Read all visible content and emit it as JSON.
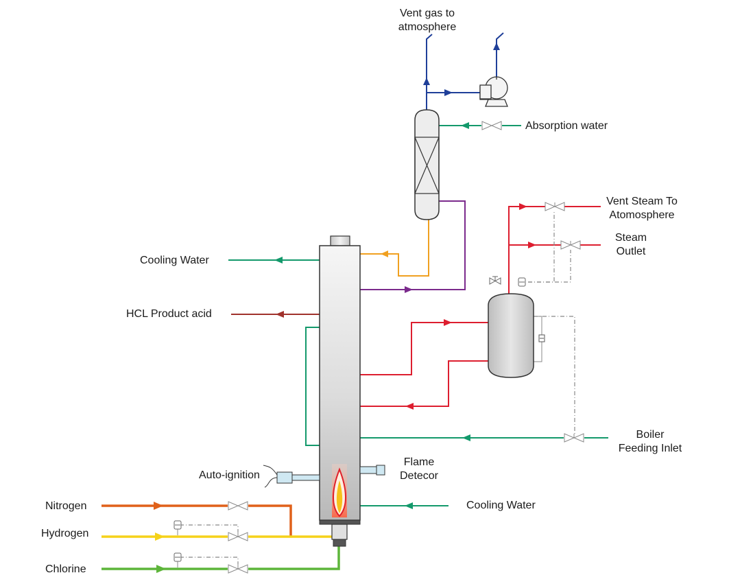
{
  "labels": {
    "vent_gas_line1": "Vent gas to",
    "vent_gas_line2": "atmosphere",
    "absorption_water": "Absorption water",
    "vent_steam_line1": "Vent Steam To",
    "vent_steam_line2": "Atomosphere",
    "steam_outlet_line1": "Steam",
    "steam_outlet_line2": "Outlet",
    "cooling_water_top": "Cooling Water",
    "hcl_product": "HCL Product acid",
    "boiler_inlet_line1": "Boiler",
    "boiler_inlet_line2": "Feeding Inlet",
    "flame_detector_line1": "Flame",
    "flame_detector_line2": "Detecor",
    "auto_ignition": "Auto-ignition",
    "cooling_water_bottom": "Cooling Water",
    "nitrogen": "Nitrogen",
    "hydrogen": "Hydrogen",
    "chlorine": "Chlorine"
  },
  "colors": {
    "vent_gas": "#1f3f99",
    "water": "#13996b",
    "purple": "#7b2a8c",
    "orange_gas": "#f0a020",
    "steam": "#dd1e2f",
    "hcl": "#a0322c",
    "nitrogen": "#e0611a",
    "hydrogen": "#f5d21a",
    "chlorine": "#5db53a",
    "control": "#888888",
    "equipment_stroke": "#333333"
  }
}
